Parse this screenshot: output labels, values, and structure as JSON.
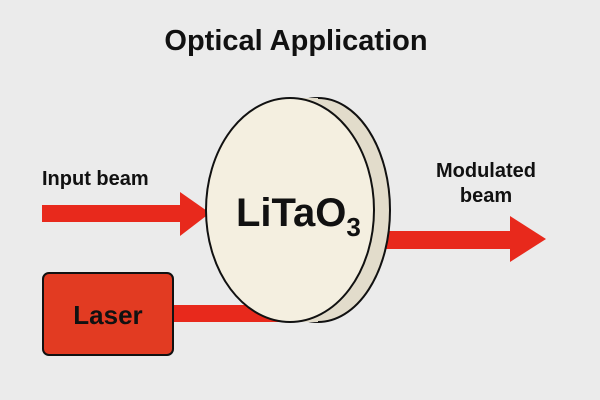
{
  "title": "Optical Application",
  "labels": {
    "input": "Input beam",
    "output_line1": "Modulated",
    "output_line2": "beam",
    "crystal_main": "LiTaO",
    "crystal_sub": "3",
    "laser": "Laser"
  },
  "colors": {
    "beam": "#e8291c",
    "laser_box": "#e23b22",
    "crystal": "#f4efe0",
    "crystal_edge": "#e2dccb",
    "background": "#ebebeb"
  }
}
